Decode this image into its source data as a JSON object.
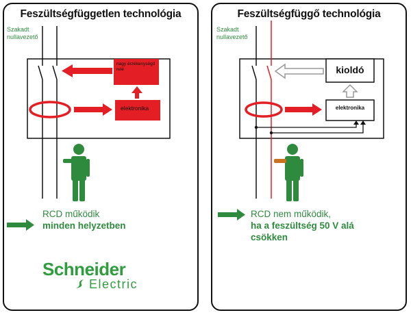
{
  "left": {
    "title": "Feszültségfüggetlen technológia",
    "broken_neutral_label": "Szakadt nullavezető",
    "relay_label": "nagy érzékenységű relé",
    "electronics_label": "elektronika",
    "status_line1": "RCD működik",
    "status_line2": "minden helyzetben"
  },
  "right": {
    "title": "Feszültségfüggő technológia",
    "broken_neutral_label": "Szakadt nullavezető",
    "trip_label": "kioldó",
    "electronics_label": "elektronika",
    "status_line1": "RCD nem működik,",
    "status_line2": "ha a feszültség 50 V alá",
    "status_line3": "csökken"
  },
  "logo": {
    "brand": "Schneider",
    "sub": "Electric"
  },
  "colors": {
    "red": "#e31e24",
    "green": "#2e8b3e",
    "brand_green": "#2f9d3e",
    "line": "#111111"
  },
  "icons": [
    "person-icon",
    "arrow-right-icon",
    "arrow-up-icon",
    "arrow-left-icon",
    "switch-icon",
    "current-sensor-ring-icon"
  ]
}
